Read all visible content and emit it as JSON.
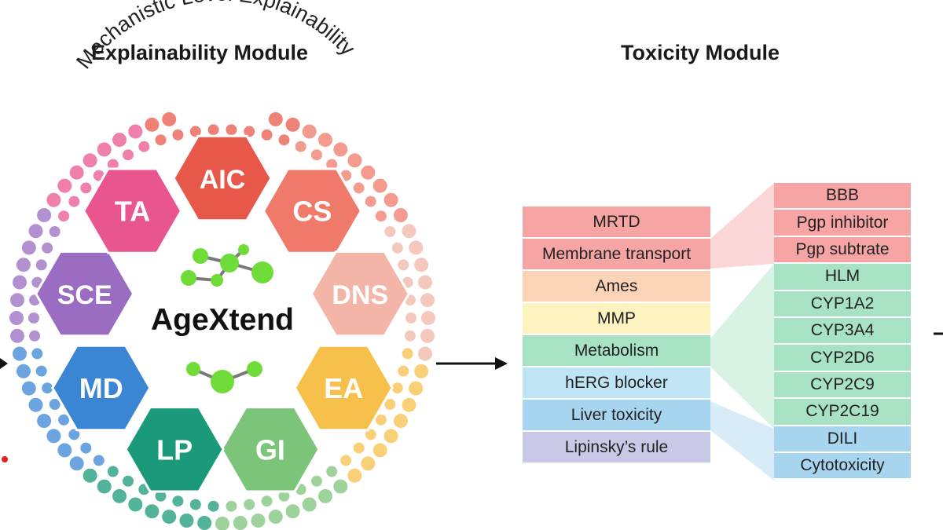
{
  "explainability": {
    "title": "Explainability Module",
    "arc_label": "Mechanistic Level Explainability",
    "center": "AgeXtend",
    "hexagons": [
      {
        "label": "AIC",
        "color": "#e8584a"
      },
      {
        "label": "CS",
        "color": "#f07a6a"
      },
      {
        "label": "DNS",
        "color": "#f2b5a8"
      },
      {
        "label": "EA",
        "color": "#f7c04a"
      },
      {
        "label": "GI",
        "color": "#7cc47a"
      },
      {
        "label": "LP",
        "color": "#1a9a78"
      },
      {
        "label": "MD",
        "color": "#3a86d4"
      },
      {
        "label": "SCE",
        "color": "#9a6cc2"
      },
      {
        "label": "TA",
        "color": "#e8558f"
      }
    ]
  },
  "toxicity": {
    "title": "Toxicity Module",
    "categories": [
      {
        "label": "MRTD",
        "color": "#f6a4a4"
      },
      {
        "label": "Membrane transport",
        "color": "#f6a4a4"
      },
      {
        "label": "Ames",
        "color": "#fbd3b6"
      },
      {
        "label": "MMP",
        "color": "#fdf3c0"
      },
      {
        "label": "Metabolism",
        "color": "#a8e2c4"
      },
      {
        "label": "hERG blocker",
        "color": "#bfe5f4"
      },
      {
        "label": "Liver toxicity",
        "color": "#a7d4ee"
      },
      {
        "label": "Lipinsky’s rule",
        "color": "#c9c8e6"
      }
    ],
    "endpoints": [
      {
        "label": "BBB",
        "color": "#f6a4a4"
      },
      {
        "label": "Pgp inhibitor",
        "color": "#f6a4a4"
      },
      {
        "label": "Pgp subtrate",
        "color": "#f6a4a4"
      },
      {
        "label": "HLM",
        "color": "#a8e2c4"
      },
      {
        "label": "CYP1A2",
        "color": "#a8e2c4"
      },
      {
        "label": "CYP3A4",
        "color": "#a8e2c4"
      },
      {
        "label": "CYP2D6",
        "color": "#a8e2c4"
      },
      {
        "label": "CYP2C9",
        "color": "#a8e2c4"
      },
      {
        "label": "CYP2C19",
        "color": "#a8e2c4"
      },
      {
        "label": "DILI",
        "color": "#a7d4ee"
      },
      {
        "label": "Cytotoxicity",
        "color": "#a7d4ee"
      }
    ]
  }
}
